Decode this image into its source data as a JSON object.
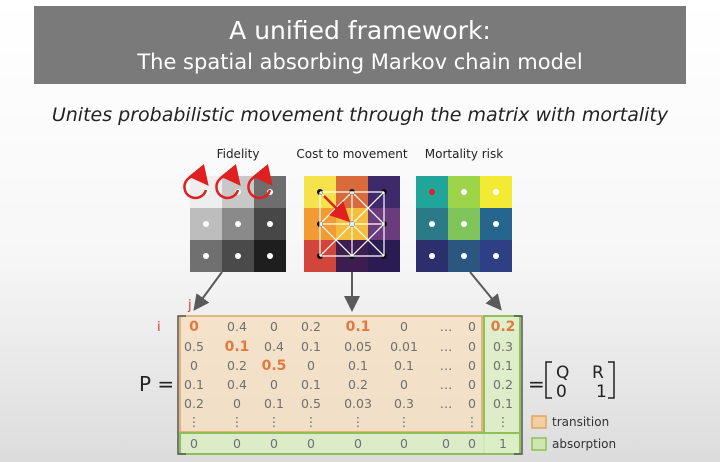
{
  "title": {
    "line1": "A unified framework:",
    "line2": "The spatial absorbing Markov chain model"
  },
  "subtitle": "Unites probabilistic movement through the matrix with mortality",
  "panels": [
    {
      "label": "Fidelity",
      "colors": [
        "#eeeeee",
        "#c8c8c8",
        "#6e6e6e",
        "#bdbdbd",
        "#8a8a8a",
        "#474747",
        "#707070",
        "#4a4a4a",
        "#1e1e1e"
      ]
    },
    {
      "label": "Cost to movement",
      "colors": [
        "#f6e24a",
        "#d96b3a",
        "#3e2a6b",
        "#f29b32",
        "#f4be3a",
        "#6a3c7e",
        "#d2453a",
        "#3d1d4f",
        "#2a1b53"
      ]
    },
    {
      "label": "Mortality risk",
      "colors": [
        "#21a59a",
        "#9ed44a",
        "#f2ea33",
        "#2a7a88",
        "#7fc55c",
        "#26658e",
        "#2c2f6c",
        "#2a567f",
        "#2e3f85"
      ]
    }
  ],
  "matrix": {
    "lhs": "P =",
    "row_label": "i",
    "col_label": "j",
    "rows": [
      [
        "0",
        "0.4",
        "0",
        "0.2",
        "0.1",
        "0",
        "…",
        "0",
        "0.2"
      ],
      [
        "0.5",
        "0.1",
        "0.4",
        "0.1",
        "0.05",
        "0.01",
        "…",
        "0",
        "0.3"
      ],
      [
        "0",
        "0.2",
        "0.5",
        "0",
        "0.1",
        "0.1",
        "…",
        "0",
        "0.1"
      ],
      [
        "0.1",
        "0.4",
        "0",
        "0.1",
        "0.2",
        "0",
        "…",
        "0",
        "0.2"
      ],
      [
        "0.2",
        "0",
        "0.1",
        "0.5",
        "0.03",
        "0.3",
        "…",
        "0",
        "0.1"
      ],
      [
        "⋮",
        "⋮",
        "⋮",
        "⋮",
        "⋮",
        "⋮",
        "",
        "⋮",
        "⋮"
      ],
      [
        "0",
        "0",
        "0",
        "0",
        "0",
        "0",
        "0",
        "0",
        "1"
      ]
    ],
    "highlight": [
      [
        0,
        0
      ],
      [
        0,
        4
      ],
      [
        0,
        8
      ],
      [
        1,
        1
      ],
      [
        2,
        2
      ]
    ],
    "rhs": {
      "eq": "=",
      "q": "Q",
      "r": "R",
      "zero": "0",
      "one": "1"
    }
  },
  "legend": [
    {
      "label": "transition",
      "color": "#f1cfa0",
      "border": "#e3a45a"
    },
    {
      "label": "absorption",
      "color": "#cfe6b0",
      "border": "#8dc057"
    }
  ],
  "colors": {
    "title_bg": "#7a7a7a",
    "transition_fill": "#f6dfbd",
    "absorption_fill": "#dcefc5",
    "highlight": "#e07a40",
    "arrow": "#5a5a5a",
    "fidelity_loop": "#e02020",
    "path": "#e02020"
  }
}
